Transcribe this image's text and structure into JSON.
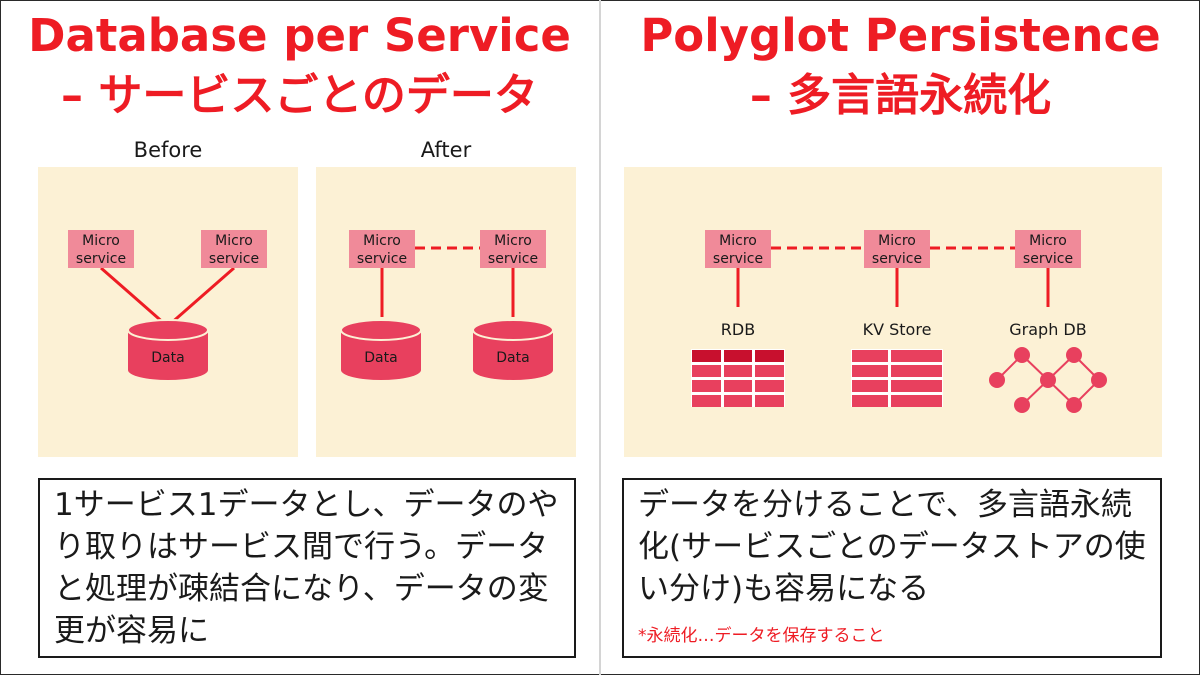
{
  "left": {
    "title_line1": "Database per Service",
    "title_line2": "– サービスごとのデータ",
    "before_label": "Before",
    "after_label": "After",
    "microservice_line1": "Micro",
    "microservice_line2": "service",
    "data_label": "Data",
    "description": "1サービス1データとし、データのやり取りはサービス間で行う。データと処理が疎結合になり、データの変更が容易に"
  },
  "right": {
    "title_line1": "Polyglot Persistence",
    "title_line2": "– 多言語永続化",
    "microservice_line1": "Micro",
    "microservice_line2": "service",
    "stores": [
      "RDB",
      "KV Store",
      "Graph DB"
    ],
    "description": "データを分けることで、多言語永続化(サービスごとのデータストアの使い分け)も容易になる",
    "note": "*永続化…データを保存すること"
  },
  "colors": {
    "title": "#ee1c24",
    "microservice_fill": "#f08a99",
    "database": "#e8405e",
    "connector": "#ee1c24",
    "panel_bg": "#fcf1d5"
  }
}
